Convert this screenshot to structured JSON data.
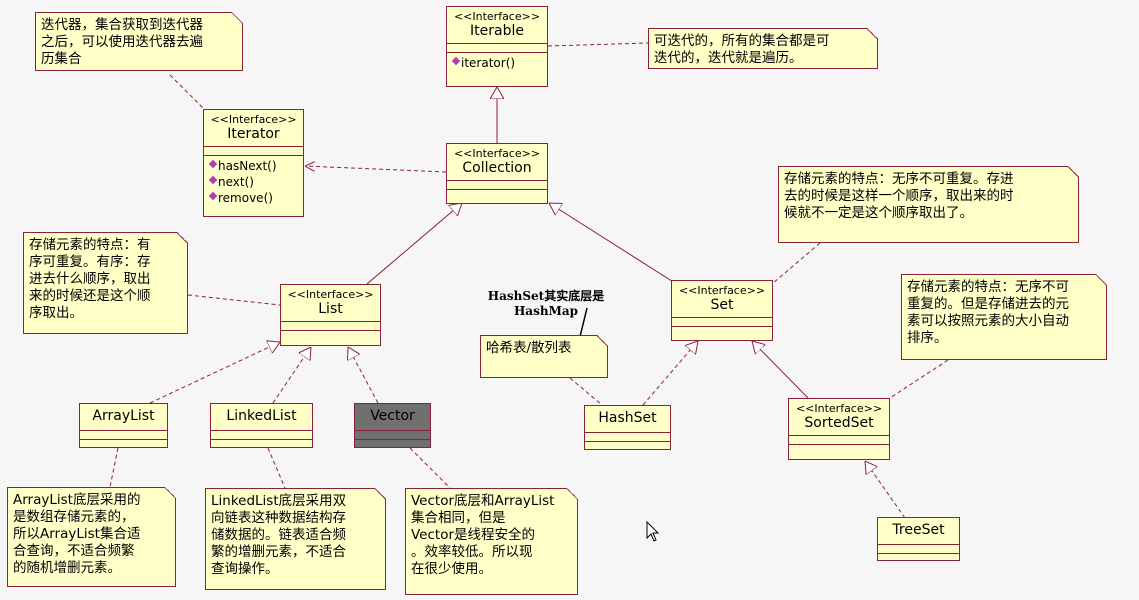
{
  "classes": {
    "iterable": {
      "stereotype": "<<Interface>>",
      "name": "Iterable",
      "ops": [
        "iterator()"
      ]
    },
    "iterator": {
      "stereotype": "<<Interface>>",
      "name": "Iterator",
      "ops": [
        "hasNext()",
        "next()",
        "remove()"
      ]
    },
    "collection": {
      "stereotype": "<<Interface>>",
      "name": "Collection"
    },
    "list": {
      "stereotype": "<<Interface>>",
      "name": "List"
    },
    "set": {
      "stereotype": "<<Interface>>",
      "name": "Set"
    },
    "sortedset": {
      "stereotype": "<<Interface>>",
      "name": "SortedSet"
    },
    "arraylist": {
      "name": "ArrayList"
    },
    "linkedlist": {
      "name": "LinkedList"
    },
    "vector": {
      "name": "Vector"
    },
    "hashset": {
      "name": "HashSet"
    },
    "treeset": {
      "name": "TreeSet"
    }
  },
  "notes": {
    "iterator": [
      "迭代器，集合获取到迭代器",
      "之后，可以使用迭代器去遍",
      "历集合"
    ],
    "iterable": [
      "可迭代的，所有的集合都是可",
      "迭代的，迭代就是遍历。"
    ],
    "set": [
      "存储元素的特点：无序不可重复。存进",
      "去的时候是这样一个顺序，取出来的时",
      "候就不一定是这个顺序取出了。"
    ],
    "list": [
      "存储元素的特点：有",
      "序可重复。有序：存",
      "进去什么顺序，取出",
      "来的时候还是这个顺",
      "序取出。"
    ],
    "sortedset": [
      "存储元素的特点：无序不可",
      "重复的。但是存储进去的元",
      "素可以按照元素的大小自动",
      "排序。"
    ],
    "hash": [
      "哈希表/散列表"
    ],
    "arraylist": [
      "ArrayList底层采用的",
      "是数组存储元素的，",
      "所以ArrayList集合适",
      "合查询，不适合频繁",
      "的随机增删元素。"
    ],
    "linkedlist": [
      "LinkedList底层采用双",
      "向链表这种数据结构存",
      "储数据的。链表适合频",
      "繁的增删元素，不适合",
      "查询操作。"
    ],
    "vector": [
      "Vector底层和ArrayList",
      "集合相同，但是",
      "Vector是线程安全的",
      "。效率较低。所以现",
      "在很少使用。"
    ]
  },
  "freetext": [
    "HashSet其实底层是",
    "HashMap"
  ],
  "colors": {
    "line": "#8a2138",
    "fill": "#ffffc8",
    "op_icon": "#b43cb4"
  }
}
